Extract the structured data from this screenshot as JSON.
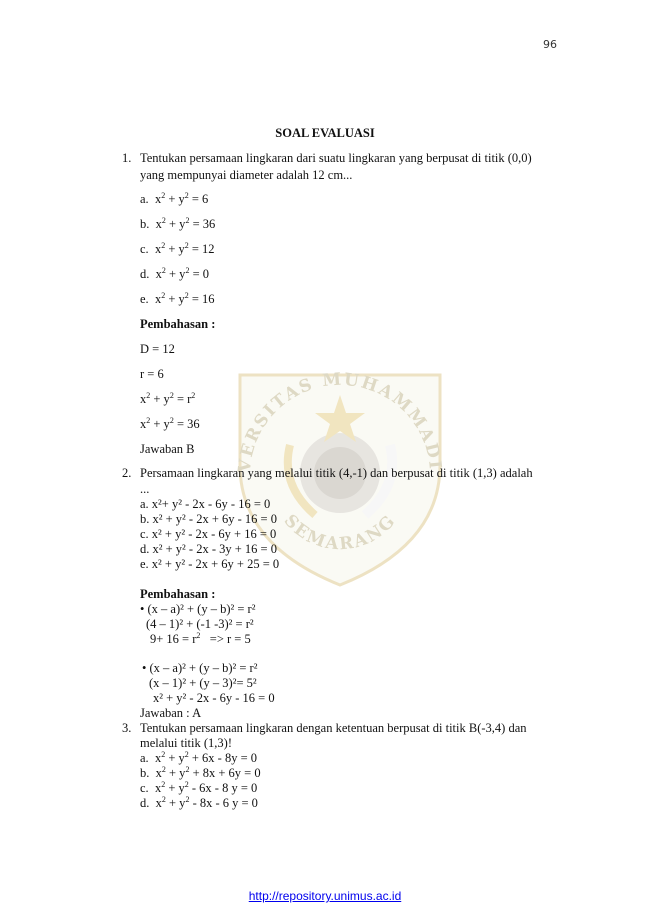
{
  "page_number": "96",
  "title": "SOAL EVALUASI",
  "watermark": {
    "top_text": "UNIVERSITAS MUHAMMADIYAH",
    "bottom_text": "SEMARANG"
  },
  "q1": {
    "num": "1.",
    "line1": "Tentukan persamaan lingkaran dari suatu lingkaran yang berpusat di titik (0,0)",
    "line2": "yang mempunyai diameter adalah 12 cm...",
    "options": [
      {
        "label": "a.",
        "rhs": "= 6"
      },
      {
        "label": "b.",
        "rhs": "= 36"
      },
      {
        "label": "c.",
        "rhs": "= 12"
      },
      {
        "label": "d.",
        "rhs": "= 0"
      },
      {
        "label": "e.",
        "rhs": "= 16"
      }
    ],
    "pembahasan": "Pembahasan :",
    "steps": [
      "D = 12",
      "r = 6"
    ],
    "answer": "Jawaban B"
  },
  "q2": {
    "num": "2.",
    "line1": "Persamaan lingkaran yang melalui titik (4,-1) dan berpusat di titik (1,3) adalah",
    "line2": "...",
    "options": [
      "a. x²+ y² - 2x - 6y - 16 = 0",
      "b. x² + y² - 2x + 6y - 16 = 0",
      "c. x² + y² - 2x - 6y + 16 = 0",
      "d. x² + y² - 2x - 3y + 16 = 0",
      "e. x² + y² - 2x + 6y + 25 = 0"
    ],
    "pembahasan": "Pembahasan :",
    "steps1": [
      "• (x – a)² + (y – b)² = r²",
      "(4 – 1)² + (-1 -3)² = r²"
    ],
    "step1c": "9+ 16 = r",
    "step1c_tail": "=> r = 5",
    "steps2": [
      "• (x – a)² + (y – b)² = r²",
      "(x – 1)² + (y – 3)²= 5²",
      "x² + y² - 2x - 6y - 16 = 0"
    ],
    "answer": "Jawaban : A"
  },
  "q3": {
    "num": "3.",
    "line1": "Tentukan persamaan lingkaran dengan ketentuan berpusat di titik B(-3,4) dan",
    "line2": "melalui titik (1,3)!",
    "options": [
      {
        "label": "a.",
        "rest": "+ 6x - 8y  = 0"
      },
      {
        "label": "b.",
        "rest": "+ 8x + 6y = 0"
      },
      {
        "label": "c.",
        "rest": "- 6x - 8 y = 0"
      },
      {
        "label": "d.",
        "rest": "- 8x - 6 y = 0"
      }
    ]
  },
  "footer_link": "http://repository.unimus.ac.id",
  "colors": {
    "link": "#0000ee",
    "watermark": "#d9b34a"
  }
}
